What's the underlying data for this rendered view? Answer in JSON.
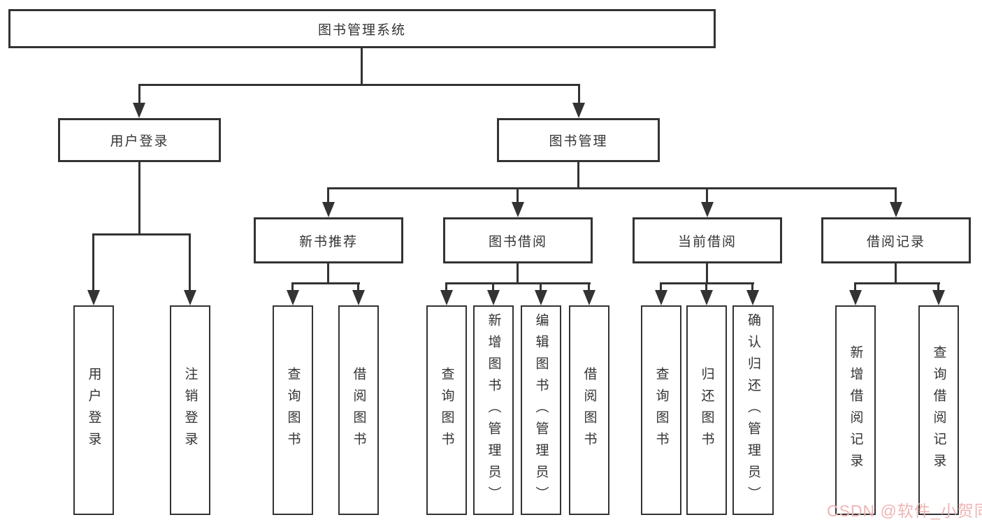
{
  "diagram": {
    "root": {
      "label": "图书管理系统"
    },
    "level2": [
      {
        "label": "用户登录"
      },
      {
        "label": "图书管理"
      }
    ],
    "level3": [
      {
        "label": "新书推荐"
      },
      {
        "label": "图书借阅"
      },
      {
        "label": "当前借阅"
      },
      {
        "label": "借阅记录"
      }
    ],
    "leaves": {
      "user_login": [
        "用户登录",
        "注销登录"
      ],
      "new_book_recommend": [
        "查询图书",
        "借阅图书"
      ],
      "book_borrow": [
        "查询图书",
        "新增图书（管理员）",
        "编辑图书（管理员）",
        "借阅图书"
      ],
      "current_borrow": [
        "查询图书",
        "归还图书",
        "确认归还（管理员）"
      ],
      "borrow_record": [
        "新增借阅记录",
        "查询借阅记录"
      ]
    }
  },
  "watermark": {
    "text": "CSDN @软件_小贺同学",
    "color": "#f0b4b4"
  },
  "colors": {
    "line": "#333333",
    "text": "#333333",
    "background": "#ffffff"
  }
}
